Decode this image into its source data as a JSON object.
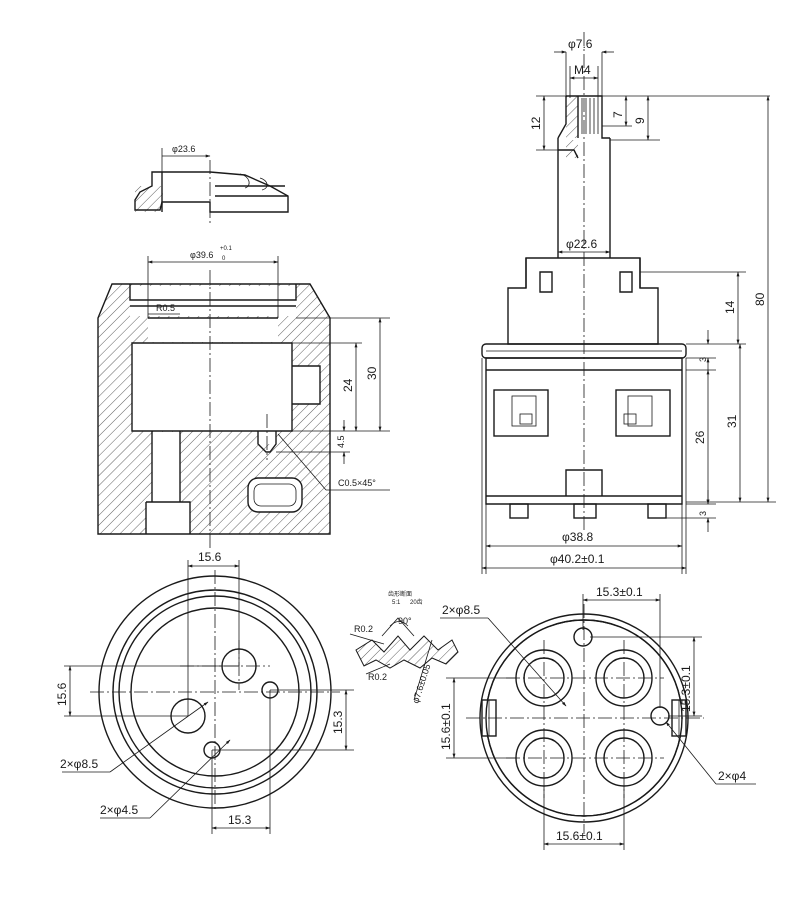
{
  "top_part": {
    "dim_d23_6": "φ23.6"
  },
  "section_view": {
    "dim_d39_6": "φ39.6",
    "dim_d39_6_tol_upper": "+0.1",
    "dim_d39_6_tol_lower": "0",
    "dim_r0_5": "R0.5",
    "dim_30": "30",
    "dim_24": "24",
    "dim_4_5": "4.5",
    "dim_chamfer": "C0.5×45°"
  },
  "elevation_view": {
    "dim_d7_6": "φ7.6",
    "dim_m4": "M4",
    "dim_12": "12",
    "dim_7": "7",
    "dim_9": "9",
    "dim_d22_6": "φ22.6",
    "dim_80": "80",
    "dim_14": "14",
    "dim_3_top": "3",
    "dim_31": "31",
    "dim_26": "26",
    "dim_3_bottom": "3",
    "dim_d38_8": "φ38.8",
    "dim_d40_2": "φ40.2±0.1"
  },
  "detail_view": {
    "title_cn": "齿形断面",
    "scale": "5:1",
    "tooth_count": "20齿",
    "dim_r0_2_top": "R0.2",
    "dim_r0_2_bottom": "R0.2",
    "dim_angle": "90°",
    "dim_d7_6_tol": "φ7.6±0.05"
  },
  "bottom_left_view": {
    "dim_15_6_top": "15.6",
    "dim_15_6_left": "15.6",
    "dim_15_3_right": "15.3",
    "dim_15_3_bottom": "15.3",
    "dim_2x_d8_5": "2×φ8.5",
    "dim_2x_d4_5": "2×φ4.5"
  },
  "bottom_right_view": {
    "dim_15_3_top": "15.3±0.1",
    "dim_15_3_right": "15.3±0.1",
    "dim_15_6_left": "15.6±0.1",
    "dim_15_6_bottom": "15.6±0.1",
    "dim_2x_d8_5": "2×φ8.5",
    "dim_2x_d4": "2×φ4"
  }
}
